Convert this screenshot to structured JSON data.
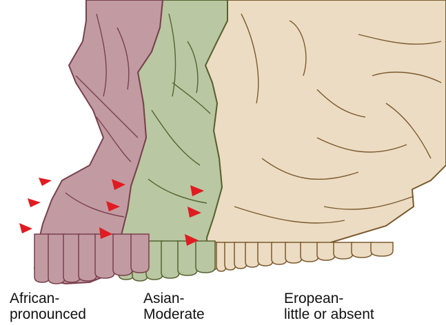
{
  "labels": [
    {
      "line1": "African-",
      "line2": "pronounced"
    },
    {
      "line1": "Asian-",
      "line2": "Moderate"
    },
    {
      "line1": "Eropean-",
      "line2": "little or absent"
    }
  ],
  "colors": {
    "african_fill": "#c29ba2",
    "african_stroke": "#7a3f4e",
    "asian_fill": "#b9c7a2",
    "asian_stroke": "#56622f",
    "european_fill": "#ecdcc3",
    "european_stroke": "#7a5a2e",
    "arrow": "#e01b22",
    "background": "#ffffff"
  },
  "arrow_counts": {
    "african": 3,
    "asian": 3,
    "european": 3
  },
  "icons": {
    "arrow": "red-triangle-pointer"
  }
}
